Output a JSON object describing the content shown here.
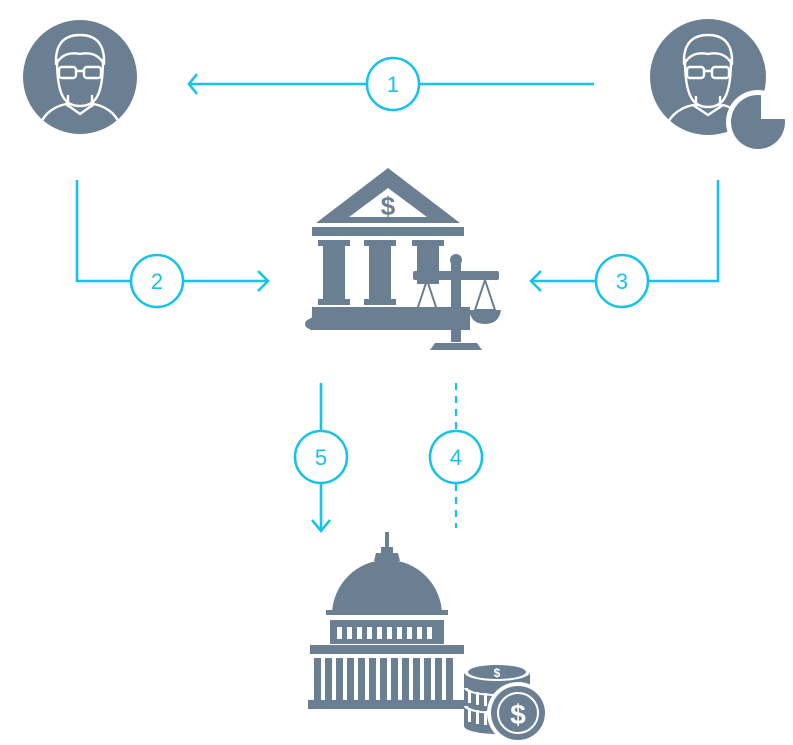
{
  "colors": {
    "connector": "#19c2ea",
    "icon": "#6b7f93",
    "background": "#ffffff"
  },
  "nodes": [
    {
      "id": "customer",
      "icon": "person-with-glasses-icon"
    },
    {
      "id": "advisor",
      "icon": "person-with-pie-chart-icon"
    },
    {
      "id": "bank",
      "icon": "bank-with-scales-icon"
    },
    {
      "id": "government",
      "icon": "capitol-with-coins-icon"
    }
  ],
  "steps": [
    {
      "number": "1",
      "from": "advisor",
      "to": "customer",
      "style": "solid"
    },
    {
      "number": "2",
      "from": "customer",
      "to": "bank",
      "style": "solid"
    },
    {
      "number": "3",
      "from": "advisor",
      "to": "bank",
      "style": "solid"
    },
    {
      "number": "4",
      "from": "government",
      "to": "bank",
      "style": "dashed"
    },
    {
      "number": "5",
      "from": "bank",
      "to": "government",
      "style": "solid"
    }
  ]
}
